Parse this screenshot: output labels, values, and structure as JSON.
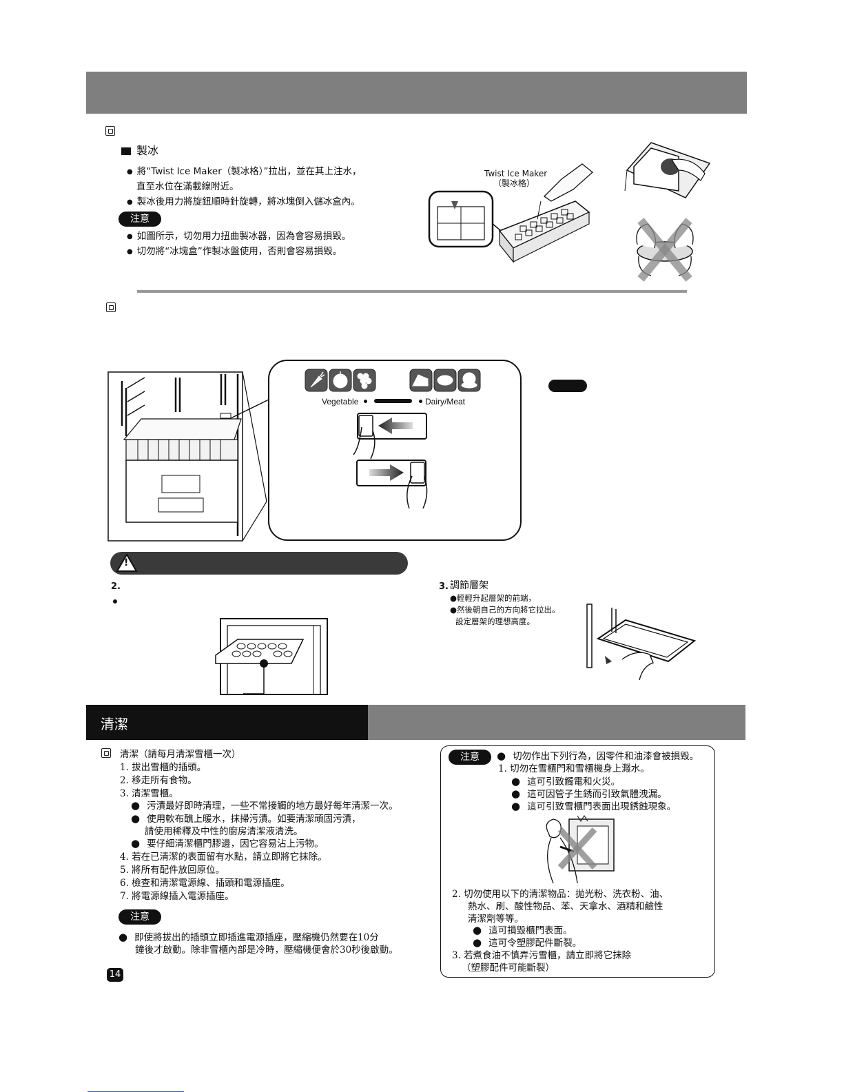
{
  "ice": {
    "heading": "製冰",
    "steps": [
      "將“Twist Ice Maker（製冰格）”拉出，並在其上注水，",
      "直至水位在滿載線附近。",
      "製冰後用力將旋鈕順時針旋轉，將冰塊倒入儲冰盒內。"
    ],
    "caution_label": "注意",
    "cautions": [
      "如圖所示，切勿用力扭曲製冰器，因為會容易損毀。",
      "切勿將“冰塊盒”作製冰盤使用，否則會容易損毀。"
    ],
    "figure_label_1": "Twist Ice Maker",
    "figure_label_2": "（製冰格）"
  },
  "selector": {
    "vegetable_label": "Vegetable",
    "dairy_label": "Dairy/Meat"
  },
  "warning_icon": "!",
  "shelf": {
    "step2_number": "2.",
    "step3_number": "3.",
    "step3_title": "調節層架",
    "step3_lines": [
      "●輕輕升起層架的前端，",
      "●然後朝自己的方向將它拉出。",
      "設定層架的理想高度。"
    ]
  },
  "cleaning": {
    "section_title": "清潔",
    "heading": "清潔（請每月清潔雪櫃一次）",
    "steps": [
      "1. 拔出雪櫃的插頭。",
      "2. 移走所有食物。",
      "3.  清潔雪櫃。"
    ],
    "sub_items": [
      "污漬最好即時清理，一些不常接觸的地方最好每年清潔一次。",
      "使用軟布醮上暖水，抹掃污漬。如要清潔頑固污漬，",
      "請使用稀釋及中性的廚房清潔液清洗。",
      "要仔細清潔櫃門膠邊，因它容易沾上污物。"
    ],
    "steps_after": [
      "4.  若在已清潔的表面留有水點，請立即將它抹除。",
      "5. 將所有配件放回原位。",
      "6. 檢查和清潔電源線、插頭和電源插座。",
      "7. 將電源線插入電源插座。"
    ],
    "caution_label": "注意",
    "caution_lines": [
      "即使將拔出的插頭立即插進電源插座，壓縮機仍然要在10分",
      "鐘後才啟動。除非雪櫃內部是冷時，壓縮機便會於30秒後啟動。"
    ],
    "page_number": "14"
  },
  "right_caution": {
    "label": "注意",
    "intro": "切勿作出下列行為，因零件和油漆會被損毀。",
    "item1": "1.  切勿在雪櫃門和雪櫃機身上濺水。",
    "item1_subs": [
      "這可引致觸電和火災。",
      "這可因管子生銹而引致氣體洩漏。",
      "這可引致雪櫃門表面出現銹蝕現象。"
    ],
    "item2_lines": [
      "2.  切勿使用以下的清潔物品：拋光粉、洗衣粉、油、",
      "熱水、刷、酸性物品、苯、天拿水、酒精和鹼性",
      "清潔劑等等。"
    ],
    "item2_subs": [
      "這可損毀櫃門表面。",
      "這可令塑膠配件斷裂。"
    ],
    "item3_lines": [
      "3.  若煮食油不慎弄污雪櫃，請立即將它抹除",
      "（塑膠配件可能斷裂）"
    ]
  },
  "colors": {
    "header_gray": "#7f7f7f",
    "black": "#111111",
    "divider": "#999999"
  }
}
